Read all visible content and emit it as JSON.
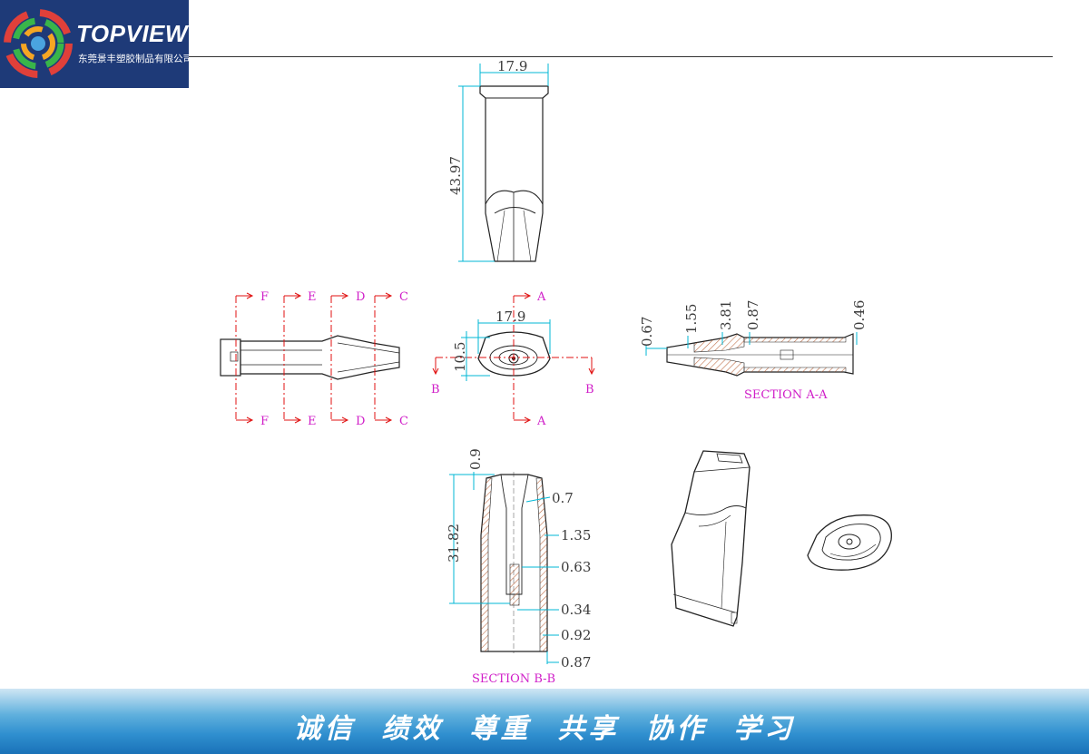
{
  "header": {
    "logo_name": "TOPVIEW",
    "logo_subtitle": "东莞景丰塑胶制品有限公司"
  },
  "top_view": {
    "dim_width": "17.9",
    "dim_height": "43.97"
  },
  "end_view": {
    "dim_width": "17.9",
    "dim_height": "10.5",
    "section_a": "A",
    "section_b": "B"
  },
  "side_view": {
    "section_labels": [
      "F",
      "E",
      "D",
      "C"
    ]
  },
  "section_aa": {
    "title": "SECTION A-A",
    "dims": [
      "0.67",
      "1.55",
      "3.81",
      "0.87",
      "0.46"
    ]
  },
  "section_bb": {
    "title": "SECTION B-B",
    "dim_height": "31.82",
    "dim_top": "0.9",
    "dims": [
      "0.7",
      "1.35",
      "0.63",
      "0.34",
      "0.92",
      "0.87"
    ]
  },
  "footer": {
    "slogan": "诚信  绩效  尊重  共享  协作  学习"
  },
  "colors": {
    "logo_bg": "#1e3a78",
    "dimension": "#00b7d6",
    "section_label": "#d01ec8",
    "cut_line": "#e01010",
    "hatch": "#c0704a"
  }
}
